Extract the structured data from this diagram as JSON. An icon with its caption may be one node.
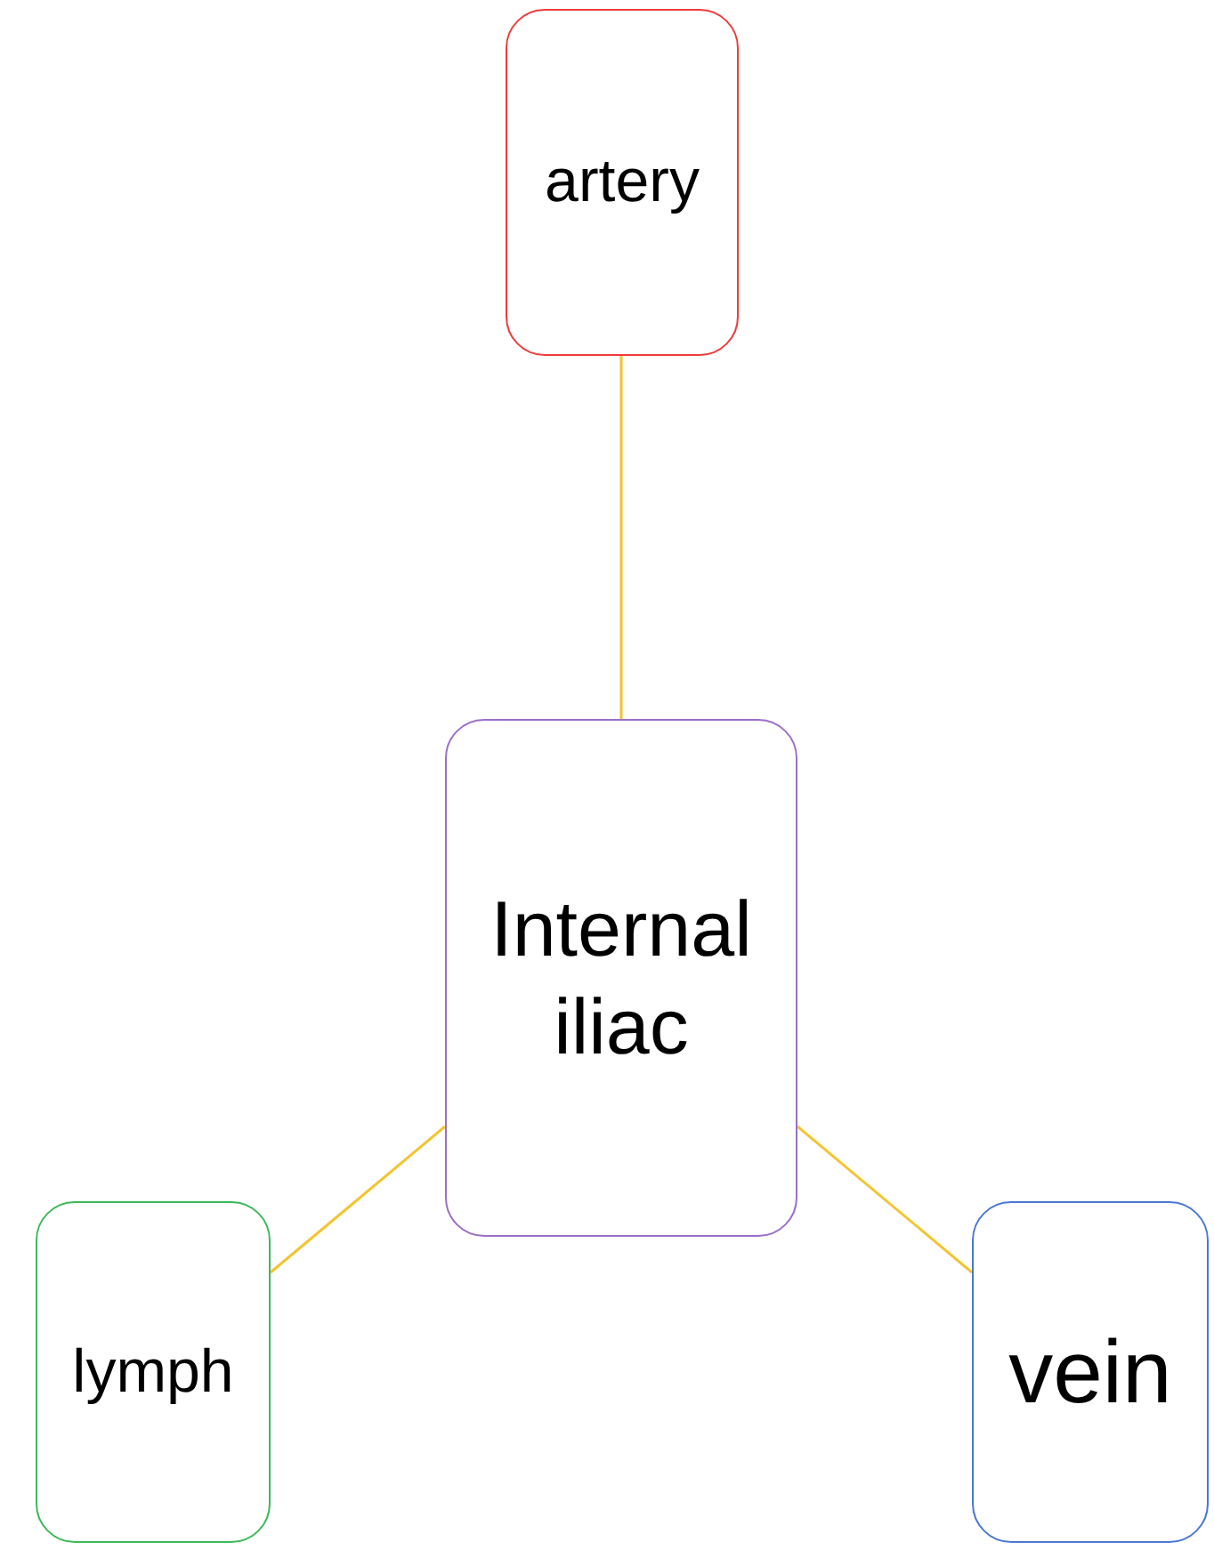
{
  "diagram": {
    "nodes": [
      {
        "text": [
          "Internal iliac"
        ]
      },
      {
        "text": [
          "artery"
        ]
      },
      {
        "text": [
          "lymph"
        ]
      },
      {
        "text": [
          "vein"
        ]
      }
    ],
    "edges": [
      {
        "from": 0,
        "to": 1,
        "arrow": "none"
      },
      {
        "from": 0,
        "to": 2,
        "arrow": "none"
      },
      {
        "from": 0,
        "to": 3,
        "arrow": "none"
      }
    ]
  }
}
